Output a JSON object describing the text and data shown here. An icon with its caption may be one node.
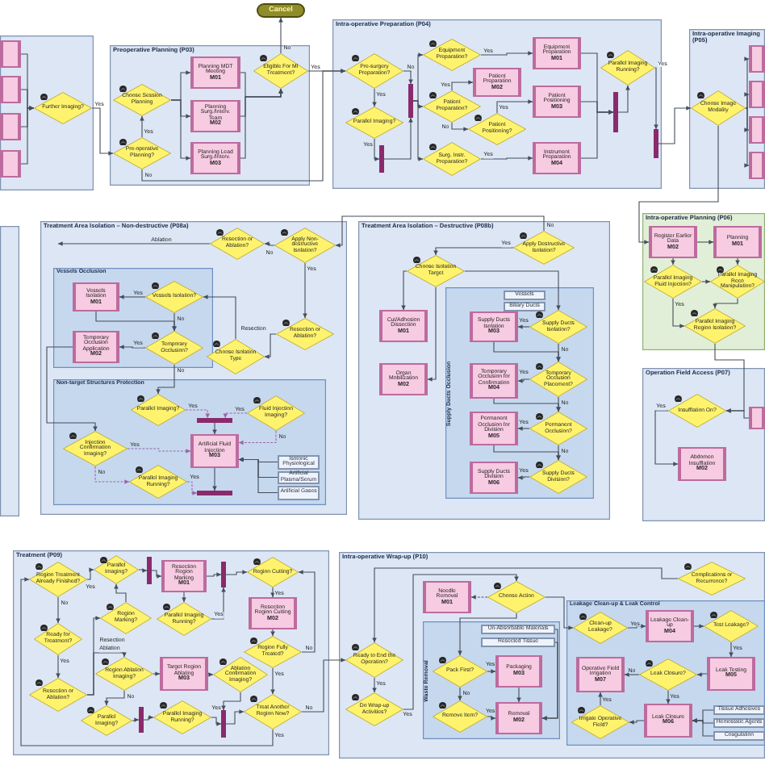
{
  "diagram": {
    "nodes": [
      {
        "text": [],
        "shape": "box"
      },
      {
        "text": [],
        "shape": "box",
        "in": 0
      },
      {
        "text": [],
        "shape": "box",
        "in": 0
      },
      {
        "text": [],
        "shape": "box",
        "in": 0
      },
      {
        "text": [],
        "shape": "box",
        "in": 0
      },
      {
        "text": [
          "Further Imaging?"
        ],
        "in": 0
      },
      {
        "text": [
          "Cancel"
        ]
      },
      {
        "text": [
          "Preoperative Planning (P03)"
        ]
      },
      {
        "text": [
          "Choose Session Planning"
        ],
        "in": 7
      },
      {
        "text": [
          "Pre-operative Planning?"
        ],
        "in": 7
      },
      {
        "text": [
          "Planning MDT Meeting",
          "M01"
        ],
        "in": 7
      },
      {
        "text": [
          "Planning Surg./Interv. Team",
          "M02"
        ],
        "in": 7
      },
      {
        "text": [
          "Planning Lead Surg./Interv.",
          "M03"
        ],
        "in": 7
      },
      {
        "text": [
          "Eligible For MI Treatment?"
        ],
        "in": 7
      },
      {
        "text": [
          "Intra-operative Preparation (P04)"
        ]
      },
      {
        "text": [
          "Pre-surgery Preparation?"
        ],
        "in": 14
      },
      {
        "text": [
          "Parallel Imaging?"
        ],
        "in": 14
      },
      {
        "text": [],
        "shape": "bar",
        "in": 14
      },
      {
        "text": [],
        "shape": "bar",
        "in": 14
      },
      {
        "text": [
          "Equipment Preparation?"
        ],
        "in": 14
      },
      {
        "text": [
          "Patient Preparation?"
        ],
        "in": 14
      },
      {
        "text": [
          "Surg. Instr. Preparation?"
        ],
        "in": 14
      },
      {
        "text": [
          "Patient Preparation",
          "M02"
        ],
        "in": 14
      },
      {
        "text": [
          "Equipment Preparation",
          "M01"
        ],
        "in": 14
      },
      {
        "text": [
          "Patient Positioning",
          "M03"
        ],
        "in": 14
      },
      {
        "text": [
          "Patient Positioning?"
        ],
        "in": 14
      },
      {
        "text": [
          "Instrument Preparation",
          "M04"
        ],
        "in": 14
      },
      {
        "text": [],
        "shape": "bar",
        "in": 14
      },
      {
        "text": [
          "Parallel Imaging Running?"
        ],
        "in": 14
      },
      {
        "text": [],
        "shape": "bar",
        "in": 14
      },
      {
        "text": [
          "Intra-operative Imaging (P05)"
        ]
      },
      {
        "text": [
          "Choose Image Modality"
        ],
        "in": 30
      },
      {
        "text": [],
        "shape": "box",
        "in": 30
      },
      {
        "text": [],
        "shape": "box",
        "in": 30
      },
      {
        "text": [],
        "shape": "box",
        "in": 30
      },
      {
        "text": [],
        "shape": "box",
        "in": 30
      },
      {
        "text": [
          "Treatment Area Isolation – Non-destructive (P08a)"
        ]
      },
      {
        "text": [
          "Resection or Ablation?"
        ],
        "in": 36
      },
      {
        "text": [
          "Apply Non-destructive Isolation?"
        ],
        "in": 36
      },
      {
        "text": [
          "Vessels Occlusion"
        ],
        "in": 36
      },
      {
        "text": [
          "Vessels Isolation",
          "M01"
        ],
        "in": 39
      },
      {
        "text": [
          "Vessels Isolation?"
        ],
        "in": 39
      },
      {
        "text": [
          "Temporary Occlusion Application",
          "M02"
        ],
        "in": 39
      },
      {
        "text": [
          "Temporary Occlusion?"
        ],
        "in": 39
      },
      {
        "text": [
          "Resection or Ablation?"
        ],
        "in": 36
      },
      {
        "text": [
          "Choose Isolation Type"
        ],
        "in": 36
      },
      {
        "text": [
          "Non-target Structures Protection"
        ],
        "in": 36
      },
      {
        "text": [
          "Parallel Imaging?"
        ],
        "in": 46
      },
      {
        "text": [
          "Fluid Injection Imaging?"
        ],
        "in": 46
      },
      {
        "text": [
          "Injection Confirmation Imaging?"
        ],
        "in": 46
      },
      {
        "text": [],
        "shape": "bar",
        "in": 46
      },
      {
        "text": [
          "Artificial Fluid Injection",
          "M03"
        ],
        "in": 46
      },
      {
        "text": [
          "Parallel Imaging Running?"
        ],
        "in": 46
      },
      {
        "text": [],
        "shape": "bar",
        "in": 46
      },
      {
        "text": [
          "Isotonic Physiological"
        ],
        "in": 46
      },
      {
        "text": [
          "Artificial Plasma/Serum"
        ],
        "in": 46
      },
      {
        "text": [
          "Artificial Gases"
        ],
        "in": 46
      },
      {
        "text": [
          "Treatment Area Isolation – Destructive (P08b)"
        ]
      },
      {
        "text": [
          "Apply Destructive Isolation?"
        ],
        "in": 57
      },
      {
        "text": [
          "Choose Isolation Target"
        ],
        "in": 57
      },
      {
        "text": [
          "Cut/Adhesion Dissection",
          "M01"
        ],
        "in": 57
      },
      {
        "text": [
          "Organ Mobilization",
          "M02"
        ],
        "in": 57
      },
      {
        "text": [
          "Supply Ducts Occlusion"
        ],
        "in": 57
      },
      {
        "text": [
          "Vessels"
        ],
        "in": 62
      },
      {
        "text": [
          "Biliary Ducts"
        ],
        "in": 62
      },
      {
        "text": [
          "Supply Ducts Isolation",
          "M03"
        ],
        "in": 62
      },
      {
        "text": [
          "Supply Ducts Isolation?"
        ],
        "in": 62
      },
      {
        "text": [
          "Temporary Occlusion for Confirmation",
          "M04"
        ],
        "in": 62
      },
      {
        "text": [
          "Temporary Occlusion Placement?"
        ],
        "in": 62
      },
      {
        "text": [
          "Permanent Occlusion for Division",
          "M05"
        ],
        "in": 62
      },
      {
        "text": [
          "Permanent Occlusion?"
        ],
        "in": 62
      },
      {
        "text": [
          "Supply Ducts Division",
          "M06"
        ],
        "in": 62
      },
      {
        "text": [
          "Supply Ducts Division?"
        ],
        "in": 62
      },
      {
        "text": [
          "Intra-operative Planning (P06)"
        ]
      },
      {
        "text": [
          "Register Earlier Data",
          "M02"
        ],
        "in": 73
      },
      {
        "text": [
          "Planning",
          "M01"
        ],
        "in": 73
      },
      {
        "text": [
          "Parallel Imaging Fluid Injection?"
        ],
        "in": 73
      },
      {
        "text": [
          "Parallel Imaging Reco Manipulation?"
        ],
        "in": 73
      },
      {
        "text": [
          "Parallel Imaging Region Isolation?"
        ],
        "in": 73
      },
      {
        "text": [
          "Operation Field Access (P07)"
        ]
      },
      {
        "text": [
          "Insufflation On?"
        ],
        "in": 79
      },
      {
        "text": [
          "Abdomen Insufflation",
          "M02"
        ],
        "in": 79
      },
      {
        "text": [],
        "shape": "box",
        "in": 79
      },
      {
        "text": [
          "Treatment (P09)"
        ]
      },
      {
        "text": [
          "Region Treatment Already Finished?"
        ],
        "in": 83
      },
      {
        "text": [
          "Parallel Imaging?"
        ],
        "in": 83
      },
      {
        "text": [],
        "shape": "bar",
        "in": 83
      },
      {
        "text": [
          "Resection Region Marking",
          "M01"
        ],
        "in": 83
      },
      {
        "text": [
          "Region Marking?"
        ],
        "in": 83
      },
      {
        "text": [
          "Parallel Imaging Running?"
        ],
        "in": 83
      },
      {
        "text": [],
        "shape": "bar",
        "in": 83
      },
      {
        "text": [
          "Region Cutting?"
        ],
        "in": 83
      },
      {
        "text": [
          "Resection Region Cutting",
          "M02"
        ],
        "in": 83
      },
      {
        "text": [
          "Region Fully Treated?"
        ],
        "in": 83
      },
      {
        "text": [
          "Ready for Treatment?"
        ],
        "in": 83
      },
      {
        "text": [
          "Resection or Ablation?"
        ],
        "in": 83
      },
      {
        "text": [
          "Region Ablation Imaging?"
        ],
        "in": 83
      },
      {
        "text": [
          "Target Region Ablating",
          "M03"
        ],
        "in": 83
      },
      {
        "text": [
          "Ablation Confirmation Imaging?"
        ],
        "in": 83
      },
      {
        "text": [
          "Parallel Imaging?"
        ],
        "in": 83
      },
      {
        "text": [],
        "shape": "bar",
        "in": 83
      },
      {
        "text": [
          "Parallel Imaging Running?"
        ],
        "in": 83
      },
      {
        "text": [],
        "shape": "bar",
        "in": 83
      },
      {
        "text": [
          "Treat Another Region Now?"
        ],
        "in": 83
      },
      {
        "text": [
          "Intra-operative Wrap-up (P10)"
        ]
      },
      {
        "text": [
          "Ready to End the Operation?"
        ],
        "in": 104
      },
      {
        "text": [
          "Do Wrap-up Activities?"
        ],
        "in": 104
      },
      {
        "text": [
          "Needle Removal",
          "M01"
        ],
        "in": 104
      },
      {
        "text": [
          "Choose Action"
        ],
        "in": 104
      },
      {
        "text": [
          "Complications or Recurrence?"
        ],
        "in": 104
      },
      {
        "text": [
          "Waste Removal"
        ],
        "in": 104
      },
      {
        "text": [
          "Un-Absorbable Materials"
        ],
        "in": 110
      },
      {
        "text": [
          "Resected Tissue"
        ],
        "in": 110
      },
      {
        "text": [
          "Pack First?"
        ],
        "in": 110
      },
      {
        "text": [
          "Packaging",
          "M03"
        ],
        "in": 110
      },
      {
        "text": [
          "Remove Item?"
        ],
        "in": 110
      },
      {
        "text": [
          "Removal",
          "M02"
        ],
        "in": 110
      },
      {
        "text": [
          "Leakage Clean-up & Leak Control"
        ],
        "in": 104
      },
      {
        "text": [
          "Clean-up Leakage?"
        ],
        "in": 117
      },
      {
        "text": [
          "Leakage Clean-up",
          "M04"
        ],
        "in": 117
      },
      {
        "text": [
          "Test Leakage?"
        ],
        "in": 117
      },
      {
        "text": [
          "Operative Field Irrigation",
          "M07"
        ],
        "in": 117
      },
      {
        "text": [
          "Leak Closure?"
        ],
        "in": 117
      },
      {
        "text": [
          "Leak Testing",
          "M05"
        ],
        "in": 117
      },
      {
        "text": [
          "Irrigate Operative Field?"
        ],
        "in": 117
      },
      {
        "text": [
          "Leak Closure",
          "M06"
        ],
        "in": 117
      },
      {
        "text": [
          "Tissue Adhesives"
        ],
        "in": 117
      },
      {
        "text": [
          "Hemostatic Agents"
        ],
        "in": 117
      },
      {
        "text": [
          "Coagulation"
        ],
        "in": 117
      },
      {
        "text": [],
        "shape": "box"
      }
    ],
    "edges": [
      {
        "from": 5,
        "to": 9,
        "arrow": "to",
        "label": "Yes"
      },
      {
        "from": 9,
        "to": 8,
        "arrow": "to",
        "label": "Yes"
      },
      {
        "from": 8,
        "to": 10,
        "arrow": "to"
      },
      {
        "from": 8,
        "to": 11,
        "arrow": "to"
      },
      {
        "from": 8,
        "to": 12,
        "arrow": "to"
      },
      {
        "from": 10,
        "to": 13,
        "arrow": "to"
      },
      {
        "from": 11,
        "to": 13,
        "arrow": "to"
      },
      {
        "from": 12,
        "to": 13,
        "arrow": "to"
      },
      {
        "from": 13,
        "to": 6,
        "arrow": "to",
        "label": "No"
      },
      {
        "from": 13,
        "to": 15,
        "arrow": "to",
        "label": "Yes"
      },
      {
        "from": 15,
        "to": 16,
        "arrow": "to",
        "label": "Yes"
      },
      {
        "from": 16,
        "to": 17,
        "arrow": "to",
        "label": "Yes"
      },
      {
        "from": 17,
        "to": 18,
        "arrow": "to"
      },
      {
        "from": 15,
        "to": 18,
        "arrow": "to",
        "label": "No"
      },
      {
        "from": 18,
        "to": 19,
        "arrow": "to"
      },
      {
        "from": 18,
        "to": 20,
        "arrow": "to"
      },
      {
        "from": 18,
        "to": 21,
        "arrow": "to"
      },
      {
        "from": 19,
        "to": 23,
        "arrow": "to",
        "label": "Yes"
      },
      {
        "from": 20,
        "to": 22,
        "arrow": "to",
        "label": "Yes"
      },
      {
        "from": 20,
        "to": 25,
        "arrow": "to",
        "label": "No"
      },
      {
        "from": 25,
        "to": 24,
        "arrow": "to",
        "label": "Yes"
      },
      {
        "from": 21,
        "to": 26,
        "arrow": "to",
        "label": "Yes"
      },
      {
        "from": 23,
        "to": 27,
        "arrow": "to"
      },
      {
        "from": 24,
        "to": 27,
        "arrow": "to"
      },
      {
        "from": 26,
        "to": 27,
        "arrow": "to"
      },
      {
        "from": 27,
        "to": 28,
        "arrow": "to"
      },
      {
        "from": 28,
        "to": 29,
        "arrow": "to",
        "label": "Yes"
      },
      {
        "from": 29,
        "to": 31,
        "arrow": "to"
      },
      {
        "from": 31,
        "to": 32,
        "arrow": "to"
      },
      {
        "from": 31,
        "to": 33,
        "arrow": "to"
      },
      {
        "from": 31,
        "to": 34,
        "arrow": "to"
      },
      {
        "from": 31,
        "to": 35,
        "arrow": "to"
      },
      {
        "from": 38,
        "to": 37,
        "arrow": "to",
        "label": "No"
      },
      {
        "from": 38,
        "to": 44,
        "arrow": "to",
        "label": "Yes"
      },
      {
        "from": 44,
        "to": 45,
        "arrow": "to",
        "label": "Resection"
      },
      {
        "from": 37,
        "to": null,
        "arrow": "to",
        "label": "Ablation"
      },
      {
        "from": 45,
        "to": 41,
        "arrow": "to"
      },
      {
        "from": 41,
        "to": 40,
        "arrow": "to",
        "label": "Yes"
      },
      {
        "from": 41,
        "to": 43,
        "arrow": "to",
        "label": "No"
      },
      {
        "from": 40,
        "to": 43,
        "arrow": "to"
      },
      {
        "from": 43,
        "to": 42,
        "arrow": "to",
        "label": "Yes"
      },
      {
        "from": 43,
        "to": 47,
        "arrow": "to",
        "label": "No"
      },
      {
        "from": 42,
        "to": 49,
        "arrow": "to"
      },
      {
        "from": 47,
        "to": 50,
        "arrow": "to",
        "label": "Yes",
        "style": "dashed",
        "color": "#9a64a8"
      },
      {
        "from": 48,
        "to": 50,
        "arrow": "to",
        "label": "Yes",
        "style": "dashed",
        "color": "#9a64a8"
      },
      {
        "from": 50,
        "to": 51,
        "arrow": "to"
      },
      {
        "from": 51,
        "to": 53,
        "arrow": "to"
      },
      {
        "from": 52,
        "to": 53,
        "arrow": "to",
        "label": "Yes",
        "style": "dashed",
        "color": "#9a64a8"
      },
      {
        "from": 49,
        "to": 52,
        "arrow": "to",
        "label": "No",
        "style": "dashed",
        "color": "#9a64a8"
      },
      {
        "from": 49,
        "to": 51,
        "arrow": "to",
        "label": "Yes",
        "style": "dashed",
        "color": "#9a64a8"
      },
      {
        "from": 48,
        "to": 51,
        "arrow": "to",
        "label": "No",
        "style": "dashed",
        "color": "#9a64a8"
      },
      {
        "from": 54,
        "to": 51,
        "arrow": "to"
      },
      {
        "from": 55,
        "to": 51,
        "arrow": "to"
      },
      {
        "from": 56,
        "to": 51,
        "arrow": "to"
      },
      {
        "from": 58,
        "to": 59,
        "arrow": "to",
        "label": "Yes"
      },
      {
        "from": 59,
        "to": 60,
        "arrow": "to"
      },
      {
        "from": 59,
        "to": 61,
        "arrow": "to"
      },
      {
        "from": 59,
        "to": 66,
        "arrow": "to"
      },
      {
        "from": 66,
        "to": 65,
        "arrow": "to",
        "label": "Yes"
      },
      {
        "from": 66,
        "to": 68,
        "arrow": "to",
        "label": "No"
      },
      {
        "from": 65,
        "to": 68,
        "arrow": "to"
      },
      {
        "from": 68,
        "to": 67,
        "arrow": "to",
        "label": "Yes"
      },
      {
        "from": 68,
        "to": 70,
        "arrow": "to",
        "label": "No"
      },
      {
        "from": 67,
        "to": 70,
        "arrow": "to"
      },
      {
        "from": 70,
        "to": 69,
        "arrow": "to",
        "label": "Yes"
      },
      {
        "from": 70,
        "to": 72,
        "arrow": "to",
        "label": "No"
      },
      {
        "from": 69,
        "to": 72,
        "arrow": "to"
      },
      {
        "from": 72,
        "to": 71,
        "arrow": "to",
        "label": "Yes"
      },
      {
        "from": 74,
        "to": 75,
        "arrow": "to"
      },
      {
        "from": 76,
        "to": 77,
        "arrow": "to"
      },
      {
        "from": 76,
        "to": 78,
        "arrow": "to",
        "label": "Yes"
      },
      {
        "from": 77,
        "to": 78,
        "arrow": "to"
      },
      {
        "from": 75,
        "to": 77,
        "arrow": "to"
      },
      {
        "from": 74,
        "to": 76,
        "arrow": "to"
      },
      {
        "from": 31,
        "to": 74,
        "arrow": "to"
      },
      {
        "from": 80,
        "to": 81,
        "arrow": "to",
        "label": "Yes"
      },
      {
        "from": 82,
        "to": 80,
        "arrow": "to"
      },
      {
        "from": 78,
        "to": 80,
        "arrow": "to"
      },
      {
        "from": 9,
        "to": 15,
        "arrow": "to",
        "label": "No"
      },
      {
        "from": 58,
        "to": 38,
        "arrow": "to",
        "label": "No"
      },
      {
        "from": 84,
        "to": 94,
        "arrow": "to",
        "label": "No"
      },
      {
        "from": 84,
        "to": 85,
        "arrow": "to",
        "label": "Yes"
      },
      {
        "from": 94,
        "to": 95,
        "arrow": "to",
        "label": "Yes"
      },
      {
        "from": 95,
        "to": 88,
        "arrow": "to",
        "label": "Resection"
      },
      {
        "from": 95,
        "to": 96,
        "arrow": "to",
        "label": "Ablation"
      },
      {
        "from": 88,
        "to": 85,
        "arrow": "to"
      },
      {
        "from": 85,
        "to": 86,
        "arrow": "to"
      },
      {
        "from": 86,
        "to": 87,
        "arrow": "to"
      },
      {
        "from": 87,
        "to": 89,
        "arrow": "to"
      },
      {
        "from": 87,
        "to": 90,
        "arrow": "to"
      },
      {
        "from": 89,
        "to": 90,
        "arrow": "to",
        "label": "Yes"
      },
      {
        "from": 90,
        "to": 91,
        "arrow": "to"
      },
      {
        "from": 91,
        "to": 92,
        "arrow": "to",
        "label": "Yes"
      },
      {
        "from": 92,
        "to": 93,
        "arrow": "to"
      },
      {
        "from": 93,
        "to": 103,
        "arrow": "to",
        "label": "Yes"
      },
      {
        "from": 93,
        "to": 91,
        "arrow": "to",
        "label": "No"
      },
      {
        "from": 103,
        "to": 105,
        "arrow": "to",
        "label": "No"
      },
      {
        "from": 103,
        "to": 84,
        "arrow": "to",
        "label": "Yes"
      },
      {
        "from": 96,
        "to": 97,
        "arrow": "to"
      },
      {
        "from": 97,
        "to": 98,
        "arrow": "to"
      },
      {
        "from": 96,
        "to": 99,
        "arrow": "to",
        "label": "No"
      },
      {
        "from": 99,
        "to": 100,
        "arrow": "to"
      },
      {
        "from": 100,
        "to": 101,
        "arrow": "to"
      },
      {
        "from": 101,
        "to": 102,
        "arrow": "to",
        "label": "Yes"
      },
      {
        "from": 102,
        "to": 103,
        "arrow": "to"
      },
      {
        "from": 98,
        "to": 102,
        "arrow": "to"
      },
      {
        "from": 105,
        "to": 106,
        "arrow": "to",
        "label": "Yes"
      },
      {
        "from": 106,
        "to": 108,
        "arrow": "to",
        "label": "Yes"
      },
      {
        "from": 108,
        "to": 107,
        "arrow": "to",
        "style": "dashed"
      },
      {
        "from": 108,
        "to": 113,
        "arrow": "to"
      },
      {
        "from": 113,
        "to": 114,
        "arrow": "to",
        "label": "Yes"
      },
      {
        "from": 113,
        "to": 115,
        "arrow": "to",
        "label": "No"
      },
      {
        "from": 115,
        "to": 116,
        "arrow": "to",
        "label": "Yes"
      },
      {
        "from": 114,
        "to": 116,
        "arrow": "to"
      },
      {
        "from": 111,
        "to": 116,
        "arrow": "to"
      },
      {
        "from": 112,
        "to": 116,
        "arrow": "to"
      },
      {
        "from": 108,
        "to": 118,
        "arrow": "to"
      },
      {
        "from": 118,
        "to": 119,
        "arrow": "to",
        "label": "Yes"
      },
      {
        "from": 119,
        "to": 120,
        "arrow": "to"
      },
      {
        "from": 120,
        "to": 123,
        "arrow": "to",
        "label": "Yes"
      },
      {
        "from": 123,
        "to": 122,
        "arrow": "to"
      },
      {
        "from": 122,
        "to": 125,
        "arrow": "to",
        "label": "Yes"
      },
      {
        "from": 125,
        "to": 124,
        "arrow": "to"
      },
      {
        "from": 122,
        "to": 121,
        "arrow": "to",
        "label": "No"
      },
      {
        "from": 124,
        "to": 121,
        "arrow": "to",
        "label": "Yes"
      },
      {
        "from": 126,
        "to": 125,
        "arrow": "to"
      },
      {
        "from": 127,
        "to": 125,
        "arrow": "to"
      },
      {
        "from": 128,
        "to": 125,
        "arrow": "to"
      },
      {
        "from": 109,
        "to": 105,
        "arrow": "to"
      },
      {
        "from": 1,
        "to": 5,
        "arrow": "to"
      },
      {
        "from": 2,
        "to": 5,
        "arrow": "to"
      },
      {
        "from": 3,
        "to": 5,
        "arrow": "to"
      },
      {
        "from": 4,
        "to": 5,
        "arrow": "to"
      }
    ]
  }
}
